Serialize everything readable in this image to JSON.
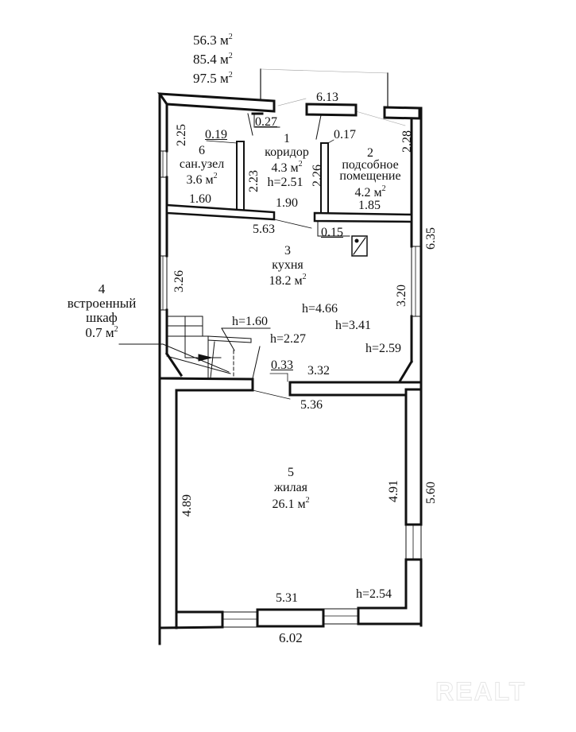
{
  "totals": {
    "living_area": "56.3 м",
    "total_area": "85.4 м",
    "gross_area": "97.5 м",
    "sup": "2"
  },
  "rooms": [
    {
      "number": "1",
      "name": "коридор",
      "area": "4.3 м",
      "height": "h=2.51"
    },
    {
      "number": "2",
      "name_line1": "подсобное",
      "name_line2": "помещение",
      "area": "4.2 м"
    },
    {
      "number": "3",
      "name": "кухня",
      "area": "18.2 м"
    },
    {
      "number": "4",
      "name_line1": "встроенный",
      "name_line2": "шкаф",
      "area": "0.7 м"
    },
    {
      "number": "5",
      "name": "жилая",
      "area": "26.1 м"
    },
    {
      "number": "6",
      "name": "сан.узел",
      "area": "3.6 м"
    }
  ],
  "dimensions": {
    "top_overall": "6.13",
    "wall_027": "0.27",
    "wall_019": "0.19",
    "wall_017": "0.17",
    "left_225": "2.25",
    "right_228": "2.28",
    "corridor_223": "2.23",
    "corridor_226": "2.26",
    "san_160": "1.60",
    "corr_190": "1.90",
    "util_185": "1.85",
    "kitchen_563": "5.63",
    "wall_015": "0.15",
    "right_635": "6.35",
    "left_326": "3.26",
    "right_320": "3.20",
    "wall_033": "0.33",
    "kitchen_332": "3.32",
    "living_536": "5.36",
    "living_489": "4.89",
    "living_491": "4.91",
    "right_560": "5.60",
    "living_531": "5.31",
    "bottom_602": "6.02"
  },
  "heights": {
    "h466": "h=4.66",
    "h341": "h=3.41",
    "h259": "h=2.59",
    "h160": "h=1.60",
    "h227": "h=2.27",
    "h254": "h=2.54"
  },
  "watermark": "REALT",
  "colors": {
    "line": "#111111",
    "background": "#ffffff"
  }
}
